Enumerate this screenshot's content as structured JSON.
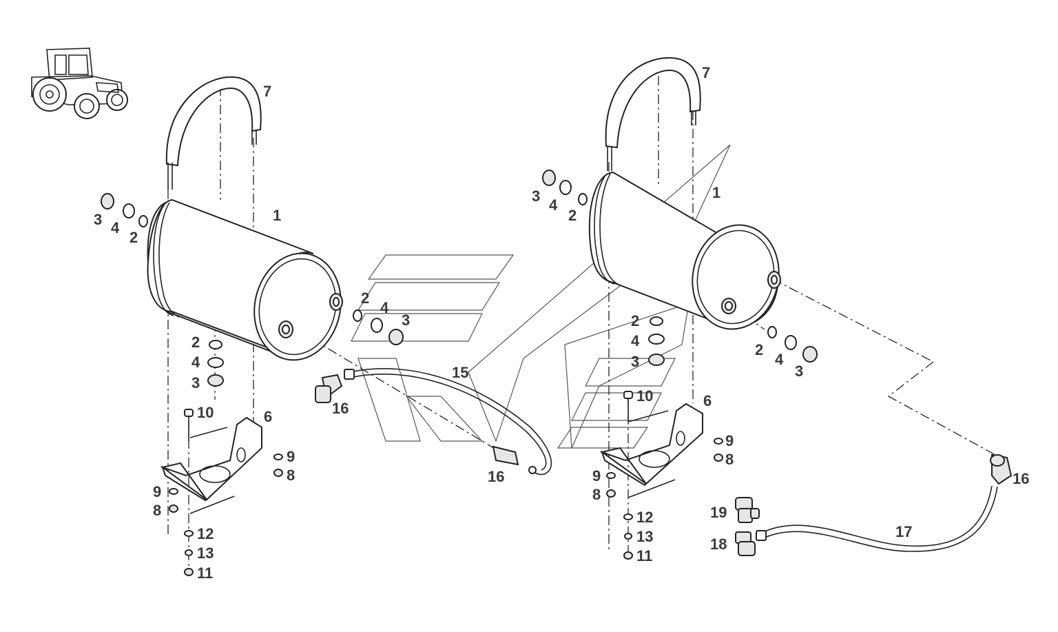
{
  "diagram": {
    "callouts": {
      "c1": "1",
      "c2": "2",
      "c3": "3",
      "c4": "4",
      "c6": "6",
      "c7": "7",
      "c8": "8",
      "c9": "9",
      "c10": "10",
      "c11": "11",
      "c12": "12",
      "c13": "13",
      "c15": "15",
      "c16": "16",
      "c17": "17",
      "c18": "18",
      "c19": "19"
    }
  }
}
